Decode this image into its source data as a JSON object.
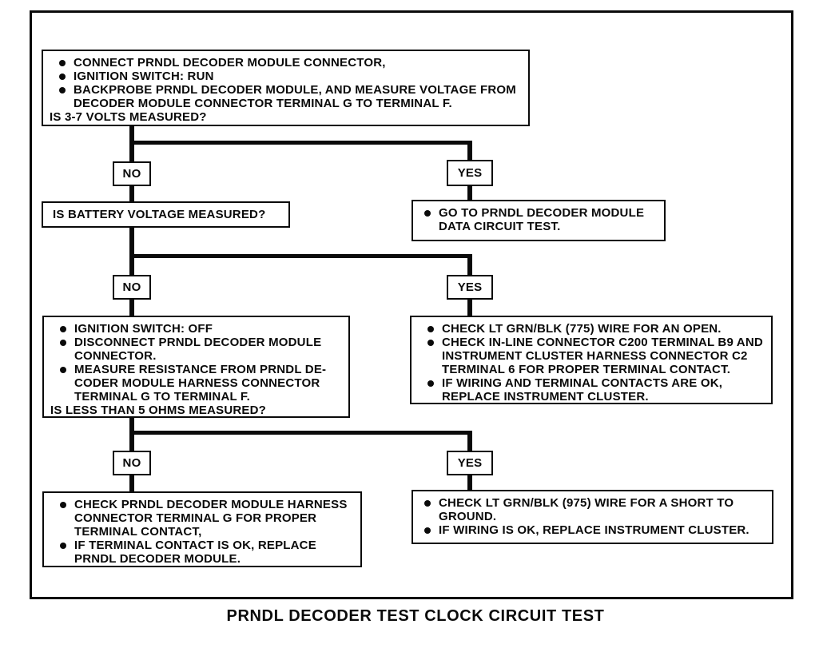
{
  "page": {
    "title": "PRNDL DECODER TEST CLOCK CIRCUIT TEST"
  },
  "labels": {
    "no": "NO",
    "yes": "YES"
  },
  "nodes": {
    "start": {
      "bullets": [
        "CONNECT PRNDL DECODER MODULE CONNECTOR,",
        "IGNITION SWITCH: RUN",
        "BACKPROBE PRNDL DECODER MODULE, AND MEASURE VOLTAGE FROM DECODER MODULE CONNECTOR TERMINAL G TO TERMINAL F."
      ],
      "question": "IS 3-7 VOLTS MEASURED?"
    },
    "battery": {
      "question": "IS BATTERY VOLTAGE MEASURED?"
    },
    "goto_data_circuit": {
      "bullets": [
        "GO TO PRNDL DECODER MODULE DATA CIRCUIT TEST."
      ]
    },
    "resistance": {
      "bullets": [
        "IGNITION SWITCH: OFF",
        "DISCONNECT PRNDL DECODER MODULE CONNECTOR.",
        "MEASURE RESISTANCE FROM PRNDL DE-CODER MODULE HARNESS CONNECTOR TERMINAL G TO TERMINAL F."
      ],
      "question": "IS LESS THAN 5 OHMS MEASURED?"
    },
    "check_775": {
      "bullets": [
        "CHECK LT GRN/BLK (775) WIRE FOR AN OPEN.",
        "CHECK IN-LINE CONNECTOR C200 TERMINAL B9 AND INSTRUMENT CLUSTER HARNESS CONNECTOR C2 TERMINAL 6 FOR PROPER TERMINAL CONTACT.",
        "IF WIRING AND TERMINAL CONTACTS ARE OK, REPLACE INSTRUMENT CLUSTER."
      ]
    },
    "terminal_contact": {
      "bullets": [
        "CHECK PRNDL DECODER MODULE HARNESS CONNECTOR TERMINAL G FOR PROPER TERMINAL CONTACT,",
        "IF TERMINAL CONTACT IS OK, REPLACE PRNDL DECODER MODULE."
      ]
    },
    "check_975": {
      "bullets": [
        "CHECK LT GRN/BLK (975) WIRE FOR A SHORT TO GROUND.",
        "IF WIRING IS OK, REPLACE INSTRUMENT CLUSTER."
      ]
    }
  },
  "colors": {
    "ink": "#0a0a0a",
    "paper": "#ffffff"
  }
}
